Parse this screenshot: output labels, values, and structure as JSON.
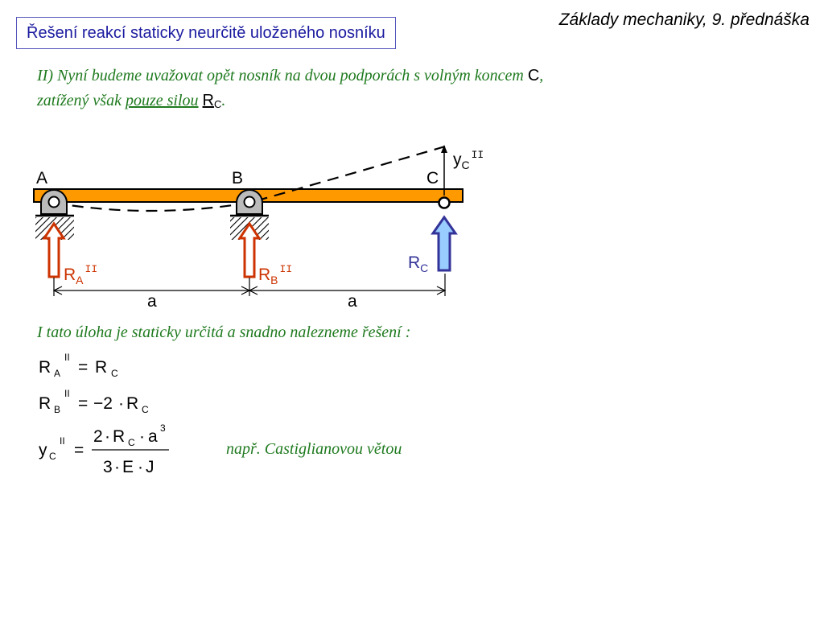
{
  "header": {
    "course": "Základy mechaniky, 9. přednáška"
  },
  "slide": {
    "title": "Řešení reakcí staticky neurčitě uloženého nosníku"
  },
  "intro": {
    "line1": "II) Nyní budeme uvažovat opět nosník na dvou podporách s volným koncem ",
    "point_c": "C",
    "comma": ",",
    "line2_start": "zatížený však ",
    "only_force": "pouze silou",
    "force_symbol": "R",
    "force_sub": "C",
    "period": "."
  },
  "diagram": {
    "point_a": "A",
    "point_b": "B",
    "point_c": "C",
    "deflection_symbol": "y",
    "deflection_sub": "C",
    "deflection_sup": "II",
    "reaction_a_symbol": "R",
    "reaction_a_sub": "A",
    "reaction_a_sup": "II",
    "reaction_b_symbol": "R",
    "reaction_b_sub": "B",
    "reaction_b_sup": "II",
    "load_symbol": "R",
    "load_sub": "C",
    "span1_label": "a",
    "span2_label": "a",
    "colors": {
      "beam": "#ff9900",
      "reaction_arrow": "#cc3300",
      "load_arrow_fill": "#99ccff",
      "load_arrow_stroke": "#333399",
      "support": "#bbbbbb"
    }
  },
  "conclusion": "I tato úloha je staticky určitá a snadno nalezneme řešení :",
  "equations": {
    "eq1": {
      "lhs": "R",
      "lhs_sub": "A",
      "lhs_sup": "II",
      "op": "=",
      "rhs": "R",
      "rhs_sub": "C"
    },
    "eq2": {
      "lhs": "R",
      "lhs_sub": "B",
      "lhs_sup": "II",
      "op": "=",
      "coef": "−2",
      "dot": "·",
      "rhs": "R",
      "rhs_sub": "C"
    },
    "eq3": {
      "lhs": "y",
      "lhs_sub": "C",
      "lhs_sup": "II",
      "op": "=",
      "num_coef": "2",
      "dot1": "·",
      "num_r": "R",
      "num_r_sub": "C",
      "dot2": "·",
      "num_a": "a",
      "num_a_sup": "3",
      "den_3": "3",
      "dot3": "·",
      "den_e": "E",
      "dot4": "·",
      "den_j": "J"
    },
    "method_note": "např. Castiglianovou větou"
  }
}
